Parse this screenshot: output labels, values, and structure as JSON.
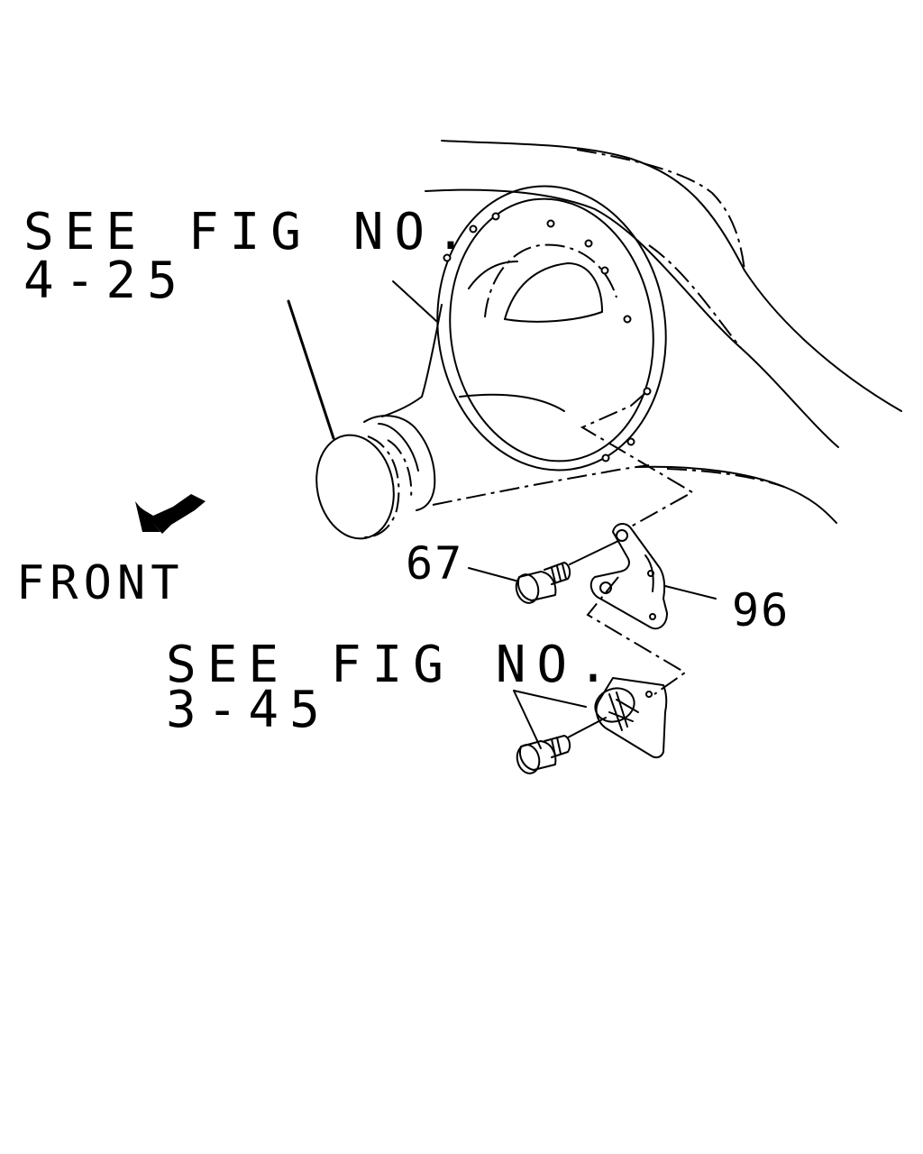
{
  "colors": {
    "line": "#000000",
    "background": "#ffffff"
  },
  "references": [
    {
      "line1": "SEE FIG NO.",
      "line2": "4-25"
    },
    {
      "line1": "SEE FIG NO.",
      "line2": "3-45"
    }
  ],
  "direction": {
    "label": "FRONT",
    "icon": "arrow-down-left-icon"
  },
  "callouts": [
    {
      "number": "67"
    },
    {
      "number": "96"
    }
  ]
}
